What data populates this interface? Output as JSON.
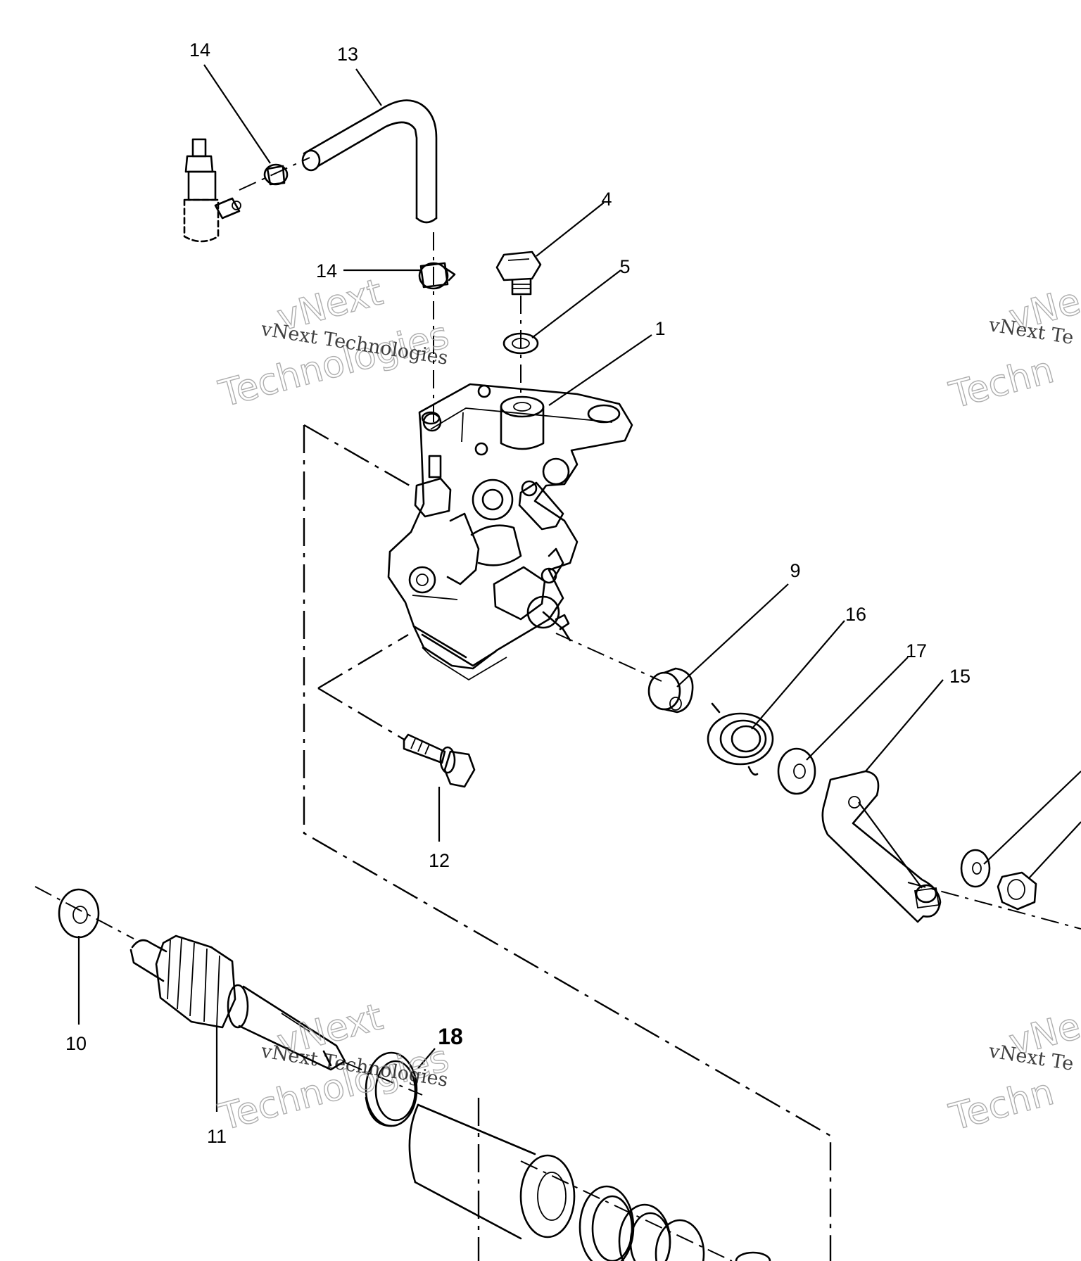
{
  "callouts": {
    "c1": "1",
    "c4": "4",
    "c5": "5",
    "c9": "9",
    "c10": "10",
    "c11": "11",
    "c12": "12",
    "c13": "13",
    "c14_top": "14",
    "c14_mid": "14",
    "c15": "15",
    "c16": "16",
    "c17": "17",
    "c18": "18"
  },
  "watermark": {
    "brand": "vNext Technologies",
    "word1": "vNext",
    "word2": "Technologies",
    "clipped_brand": "vNext Te",
    "clipped_word1": "vNe",
    "clipped_word2": "Techn"
  },
  "colors": {
    "ink": "#000000",
    "background": "#ffffff",
    "watermark": "#9a9a9a"
  }
}
